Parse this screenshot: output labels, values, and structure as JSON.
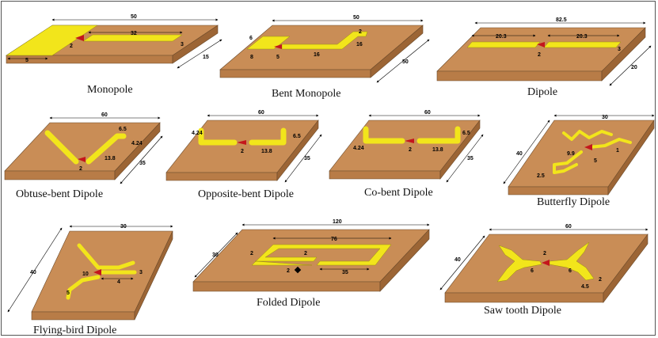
{
  "colors": {
    "substrate": "#c98d56",
    "antenna": "#f2e51b",
    "feed": "#c4161c"
  },
  "panels": [
    {
      "caption": "Monopole",
      "dims": [
        "50",
        "32",
        "2",
        "3",
        "5",
        "15"
      ]
    },
    {
      "caption": "Bent Monopole",
      "dims": [
        "50",
        "6",
        "8",
        "5",
        "16",
        "16",
        "2",
        "50"
      ]
    },
    {
      "caption": "Dipole",
      "dims": [
        "82.5",
        "20.3",
        "20.3",
        "2",
        "3",
        "20"
      ]
    },
    {
      "caption": "Obtuse-bent Dipole",
      "dims": [
        "60",
        "6.5",
        "4.24",
        "2",
        "13.8",
        "35"
      ]
    },
    {
      "caption": "Opposite-bent Dipole",
      "dims": [
        "60",
        "4.24",
        "6.5",
        "2",
        "13.8",
        "35"
      ]
    },
    {
      "caption": "Co-bent Dipole",
      "dims": [
        "60",
        "6.5",
        "4.24",
        "2",
        "13.8",
        "35"
      ]
    },
    {
      "caption": "Butterfly Dipole",
      "dims": [
        "30",
        "40",
        "9.9",
        "1",
        "5",
        "2.5"
      ]
    },
    {
      "caption": "Flying-bird Dipole",
      "dims": [
        "30",
        "40",
        "10",
        "3",
        "4",
        "5"
      ]
    },
    {
      "caption": "Folded Dipole",
      "dims": [
        "120",
        "76",
        "30",
        "2",
        "2",
        "2",
        "35"
      ]
    },
    {
      "caption": "Saw tooth Dipole",
      "dims": [
        "60",
        "40",
        "2",
        "6",
        "6",
        "2",
        "4.5"
      ]
    }
  ]
}
